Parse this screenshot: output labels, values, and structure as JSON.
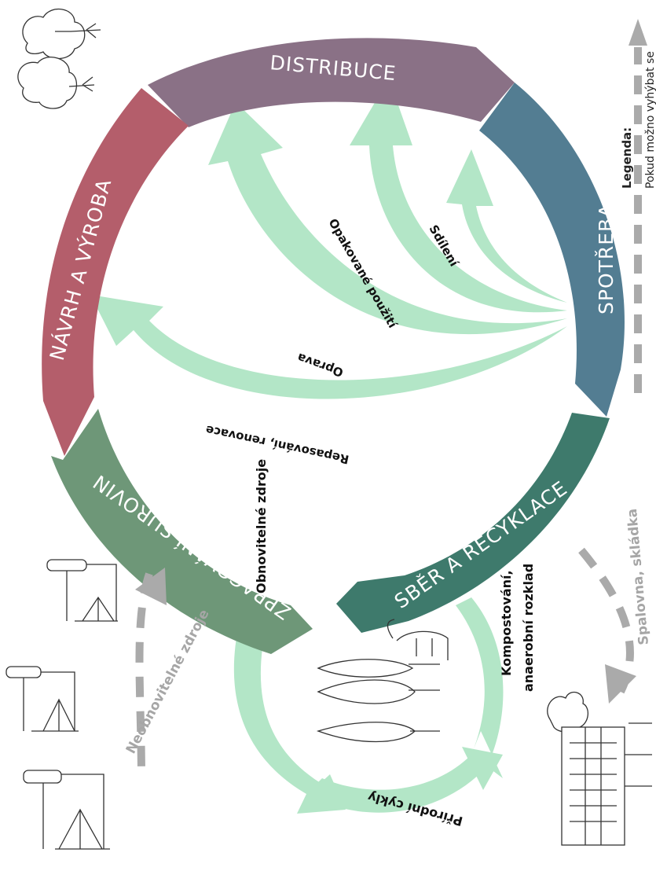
{
  "segments": {
    "distribuce": "DISTRIBUCE",
    "spotreba": "SPOTŘEBA",
    "navrh": "NÁVRH A VÝROBA",
    "zpracovani": "ZPRACOVÁNÍ SUROVIN",
    "sber": "SBĚR A RECYKLACE"
  },
  "loops": {
    "sdileni": "Sdílení",
    "opakovane": "Opakované použití",
    "oprava": "Oprava",
    "repasovani": "Repasování, renovace"
  },
  "biological": {
    "obnovitelne": "Obnovitelné zdroje",
    "prirodni": "Přírodní cykly",
    "kompostovani": "Kompostování,",
    "anaerobni": "anaerobní rozklad"
  },
  "grey_flows": {
    "neobnovitelne": "Neobnovitelné zdroje",
    "spalovna": "Spalovna, skládka"
  },
  "legend": {
    "title": "Legenda:",
    "text": "Pokud možno vyhýbat se"
  },
  "colors": {
    "distribuce": "#8a7186",
    "spotreba": "#537d92",
    "navrh": "#b45e6b",
    "zpracovani": "#6e9778",
    "sber": "#3e7a6c",
    "loop_green": "#b3e6c7",
    "grey_arrow": "#aaaaaa"
  }
}
